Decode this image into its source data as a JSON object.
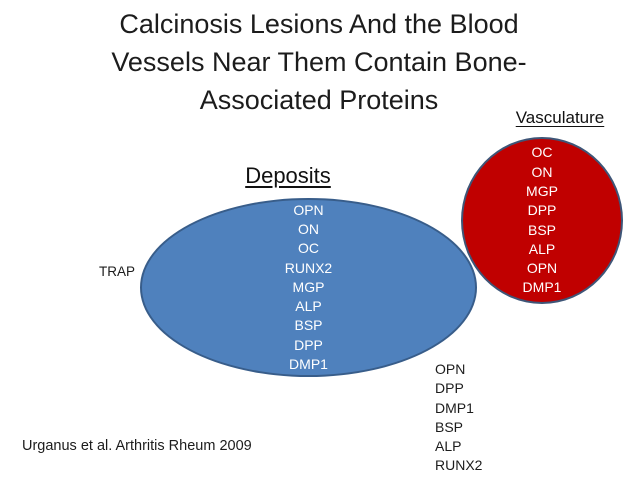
{
  "slide": {
    "title_lines": {
      "line1": "Calcinosis Lesions And the Blood",
      "line2": "Vessels Near Them Contain Bone-",
      "line3": "Associated Proteins"
    },
    "citation": "Urganus et al. Arthritis Rheum 2009",
    "background_color": "#ffffff"
  },
  "deposits": {
    "label": "Deposits",
    "items": [
      "OPN",
      "ON",
      "OC",
      "RUNX2",
      "MGP",
      "ALP",
      "BSP",
      "DPP",
      "DMP1"
    ],
    "fill_color": "#4F81BD",
    "border_color": "#385D8A",
    "text_color": "#ffffff"
  },
  "vasculature": {
    "label": "Vasculature",
    "items": [
      "OC",
      "ON",
      "MGP",
      "DPP",
      "BSP",
      "ALP",
      "OPN",
      "DMP1"
    ],
    "fill_color": "#C00000",
    "border_color": "#3E5577",
    "text_color": "#ffffff"
  },
  "trap": {
    "label": "TRAP"
  },
  "overlap_list": {
    "items": [
      "OPN",
      "DPP",
      "DMP1",
      "BSP",
      "ALP",
      "RUNX2"
    ]
  }
}
